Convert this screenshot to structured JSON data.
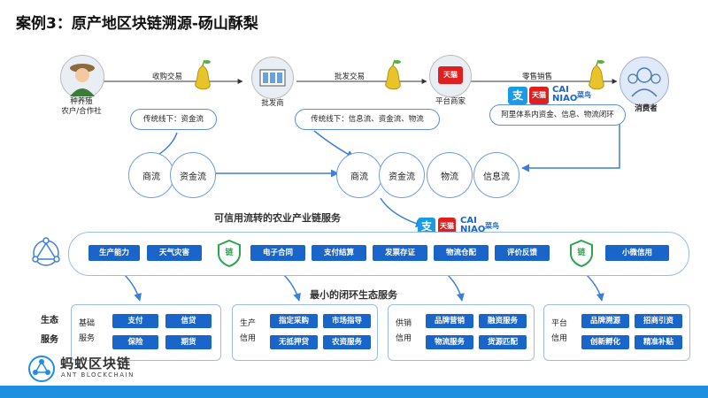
{
  "title": "案例3：原产地区块链溯源-砀山酥梨",
  "actors": {
    "farmer": "种养殖\n农户/合作社",
    "wholesaler": "批发商",
    "platform": "平台商家",
    "consumer": "消费者"
  },
  "edges": {
    "purchase": "收购交易",
    "wholesale": "批发交易",
    "retail": "零售销售"
  },
  "offline_boxes": {
    "left": "传统线下：资金流",
    "middle": "传统线下：信息流、资金流、物流",
    "right": "阿里体系内资金、信息、物流闭环"
  },
  "flows_left": [
    "商流",
    "资金流"
  ],
  "flows_right": [
    "商流",
    "资金流",
    "物流",
    "信息流"
  ],
  "brands": {
    "tmall": "天猫",
    "alipay": "支",
    "cainiao": "CAI\nNIAO",
    "cainiao_cn": "菜鸟"
  },
  "service_title": "可信用流转的农业产业链服务",
  "shield_text": "链",
  "band_chips": [
    "生产能力",
    "天气灾害",
    "电子合同",
    "支付结算",
    "发票存证",
    "物流仓配",
    "评价反馈",
    "小微信用"
  ],
  "eco_title": "最小的闭环生态服务",
  "eco_side_label": "生态\n服务",
  "panels": [
    {
      "label": "基础\n服务",
      "chips": [
        "支付",
        "信贷",
        "保险",
        "期货"
      ]
    },
    {
      "label": "生产\n信用",
      "chips": [
        "指定采购",
        "市场指导",
        "无抵押贷",
        "农资服务"
      ]
    },
    {
      "label": "供销\n信用",
      "chips": [
        "品牌营销",
        "融资服务",
        "物流服务",
        "货源匹配"
      ]
    },
    {
      "label": "平台\n信用",
      "chips": [
        "品牌溯源",
        "招商引资",
        "创新孵化",
        "精准补贴"
      ]
    }
  ],
  "logo": {
    "name": "蚂蚁区块链",
    "sub": "ANT BLOCKCHAIN"
  },
  "colors": {
    "accent": "#1a65c9",
    "footer": "#1f8fe0",
    "tmall": "#e02020",
    "alipay": "#1a9be8"
  }
}
